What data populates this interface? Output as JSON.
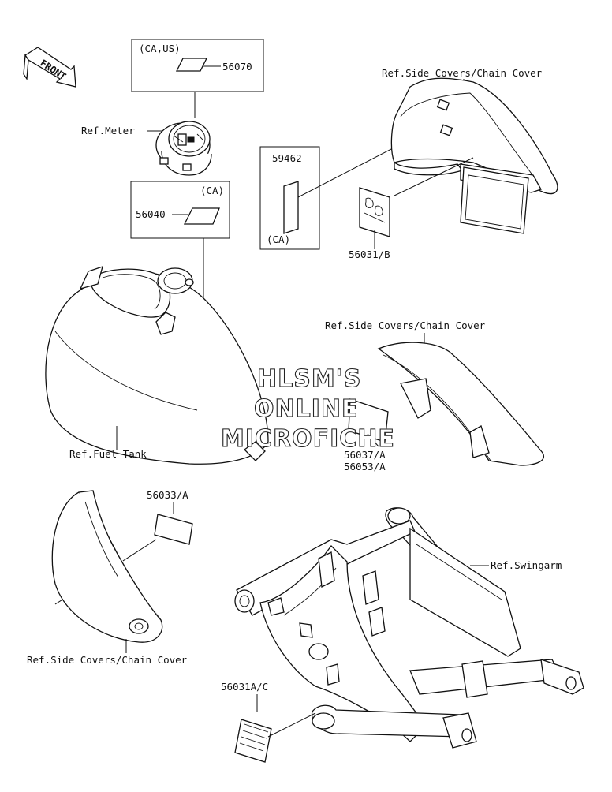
{
  "front_label": "FRONT",
  "watermark": [
    "HLSM'S",
    "ONLINE",
    "MICROFICHE"
  ],
  "labels": {
    "ca_us": "(CA,US)",
    "p56070": "56070",
    "ref_meter": "Ref.Meter",
    "ca_56040": "(CA)",
    "p56040": "56040",
    "p59462": "59462",
    "ca_59462": "(CA)",
    "ref_side_covers_1": "Ref.Side Covers/Chain Cover",
    "p56031b": "56031/B",
    "ref_side_covers_2": "Ref.Side Covers/Chain Cover",
    "ref_fuel_tank": "Ref.Fuel Tank",
    "p56037a": "56037/A",
    "p56053a": "56053/A",
    "p56033a": "56033/A",
    "ref_swingarm": "Ref.Swingarm",
    "ref_side_covers_3": "Ref.Side Covers/Chain Cover",
    "p56031ac": "56031A/C"
  }
}
